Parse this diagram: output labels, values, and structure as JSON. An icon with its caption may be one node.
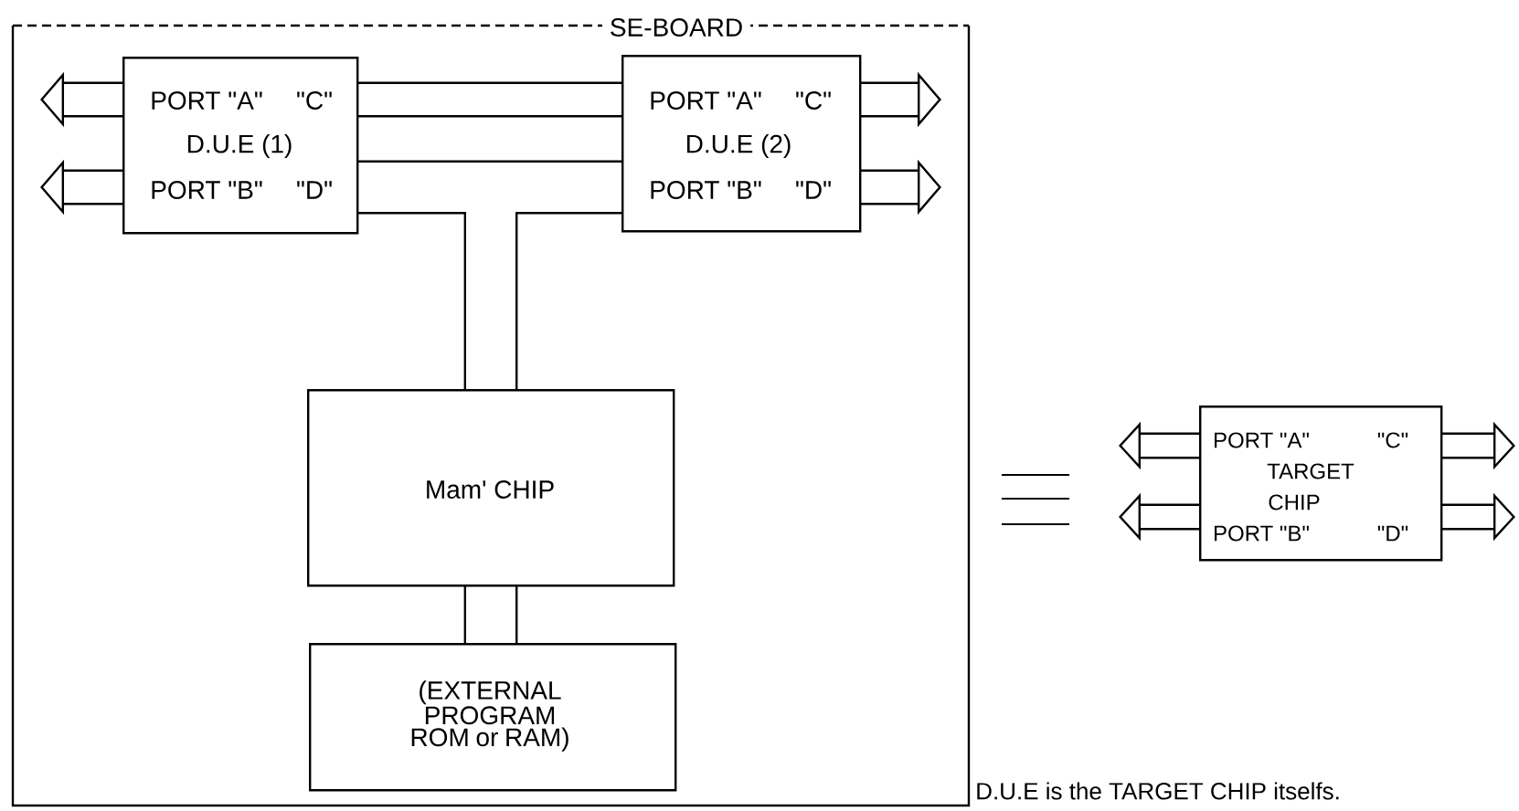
{
  "diagram": {
    "caption": "D.U.E is the TARGET CHIP itselfs.",
    "nodes": [
      {
        "text": [
          "SE-BOARD"
        ]
      },
      {
        "text": [
          "PORT \"A\"",
          "\"C\"",
          "D.U.E (1)",
          "PORT \"B\"",
          "\"D\""
        ],
        "in": 0
      },
      {
        "text": [
          "PORT \"A\"",
          "\"C\"",
          "D.U.E (2)",
          "PORT \"B\"",
          "\"D\""
        ],
        "in": 0
      },
      {
        "text": [
          "Mam' CHIP"
        ],
        "in": 0
      },
      {
        "text": [
          "(EXTERNAL PROGRAM ROM or RAM)"
        ],
        "in": 0
      },
      {
        "text": [
          "PORT \"A\"",
          "\"C\"",
          "TARGET",
          "CHIP",
          "PORT \"B\"",
          "\"D\""
        ]
      }
    ],
    "edges": [
      {
        "from": 1,
        "to": 2,
        "arrow": "none"
      },
      {
        "from": 1,
        "to": 2,
        "arrow": "none"
      },
      {
        "from": 1,
        "to": 3,
        "arrow": "none"
      },
      {
        "from": 2,
        "to": 3,
        "arrow": "none"
      },
      {
        "from": 3,
        "to": 4,
        "arrow": "none"
      },
      {
        "from": 1,
        "to": null,
        "arrow": "to"
      },
      {
        "from": 1,
        "to": null,
        "arrow": "to"
      },
      {
        "from": 2,
        "to": null,
        "arrow": "to"
      },
      {
        "from": 2,
        "to": null,
        "arrow": "to"
      },
      {
        "from": 5,
        "to": null,
        "arrow": "to"
      },
      {
        "from": 5,
        "to": null,
        "arrow": "to"
      },
      {
        "from": 5,
        "to": null,
        "arrow": "to"
      },
      {
        "from": 5,
        "to": null,
        "arrow": "to"
      }
    ]
  }
}
